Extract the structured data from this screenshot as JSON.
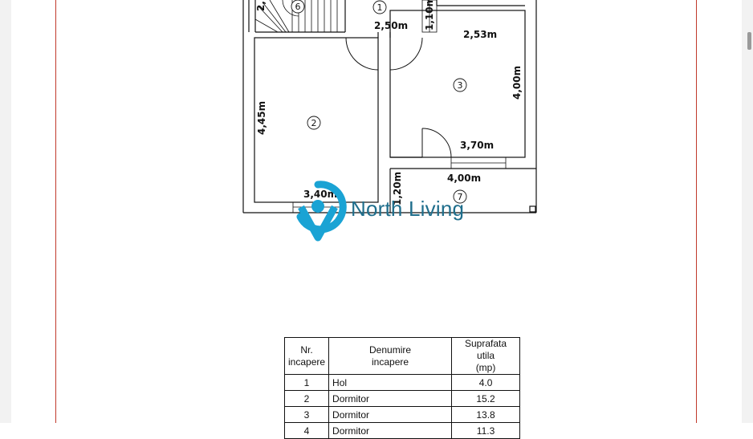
{
  "plan": {
    "dimensions": [
      "2,",
      "1,10m",
      "2,50m",
      "2,53m",
      "4,00m",
      "4,45m",
      "3,70m",
      "4,00m",
      "1,20m",
      "3,40m"
    ],
    "room_numbers": [
      "6",
      "1",
      "3",
      "2",
      "7"
    ]
  },
  "watermark": {
    "brand": "North Living",
    "brand_color": "#1f6e8c",
    "logo_color": "#1aa3d4"
  },
  "table": {
    "headers": [
      "Nr.\nincapere",
      "Denumire\nincapere",
      "Suprafata utila\n(mp)"
    ],
    "rows": [
      {
        "nr": "1",
        "name": "Hol",
        "area": "4.0"
      },
      {
        "nr": "2",
        "name": "Dormitor",
        "area": "15.2"
      },
      {
        "nr": "3",
        "name": "Dormitor",
        "area": "13.8"
      },
      {
        "nr": "4",
        "name": "Dormitor",
        "area": "11.3"
      }
    ]
  }
}
